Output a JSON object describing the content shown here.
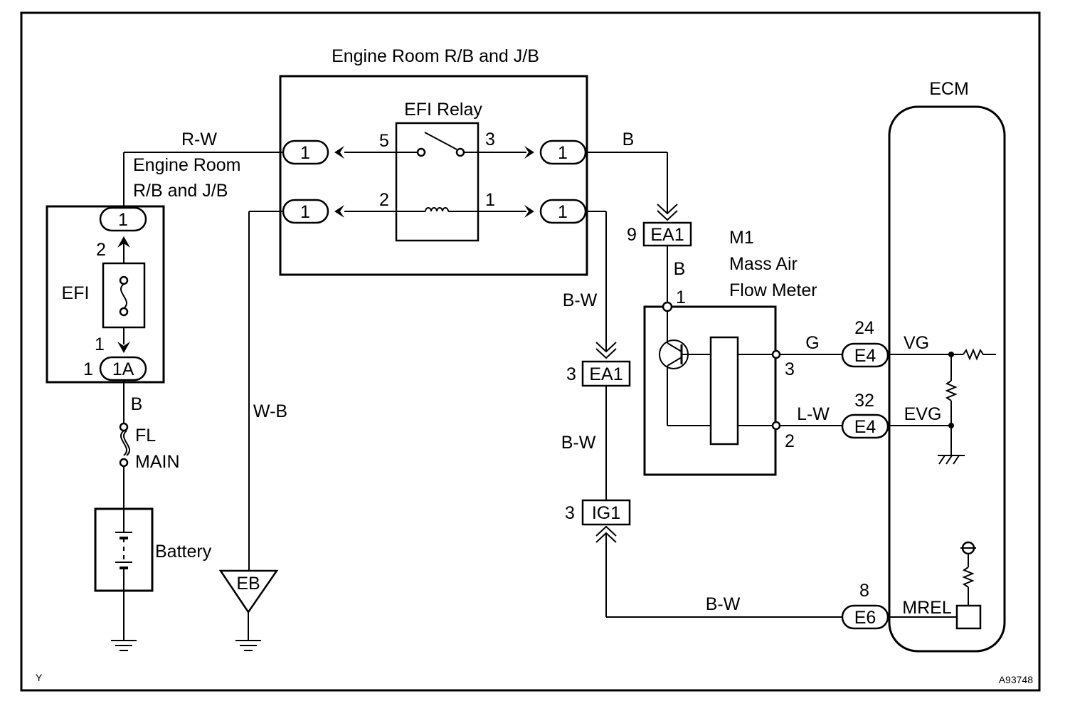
{
  "corner_left": "Y",
  "corner_right": "A93748",
  "engine_room_title": "Engine Room R/B and J/B",
  "engine_room_side_1": "Engine Room",
  "engine_room_side_2": "R/B and J/B",
  "efi_relay": "EFI Relay",
  "ecm": "ECM",
  "efi_fuse": "EFI",
  "battery": "Battery",
  "fl": "FL",
  "main": "MAIN",
  "ground_eb": "EB",
  "mass_air_1": "M1",
  "mass_air_2": "Mass Air",
  "mass_air_3": "Flow Meter",
  "wires": {
    "rw": "R-W",
    "b_left": "B",
    "wb": "W-B",
    "b_top": "B",
    "b_mid": "B",
    "bw1": "B-W",
    "bw2": "B-W",
    "bw3": "B-W",
    "g": "G",
    "lw": "L-W"
  },
  "connectors": {
    "c1_left_top": "1",
    "c1_left_bottom": "1",
    "c1_right_top": "1",
    "c1_right_bottom": "1",
    "fuse_top": "1",
    "fuse_bottom": "1A",
    "ea1_upper": "EA1",
    "ea1_lower": "EA1",
    "ig1": "IG1",
    "e4_vg": "E4",
    "e4_evg": "E4",
    "e6": "E6"
  },
  "pins": {
    "relay_5": "5",
    "relay_3": "3",
    "relay_2": "2",
    "relay_1": "1",
    "fuse_2": "2",
    "fuse_1": "1",
    "fuse_1a_pin": "1",
    "ea1_upper_pin": "9",
    "ea1_lower_pin": "3",
    "ig1_pin": "3",
    "maf_1": "1",
    "maf_3": "3",
    "maf_2": "2",
    "e4_24": "24",
    "e4_32": "32",
    "e6_8": "8"
  },
  "ecm_terms": {
    "vg": "VG",
    "evg": "EVG",
    "mrel": "MREL"
  }
}
